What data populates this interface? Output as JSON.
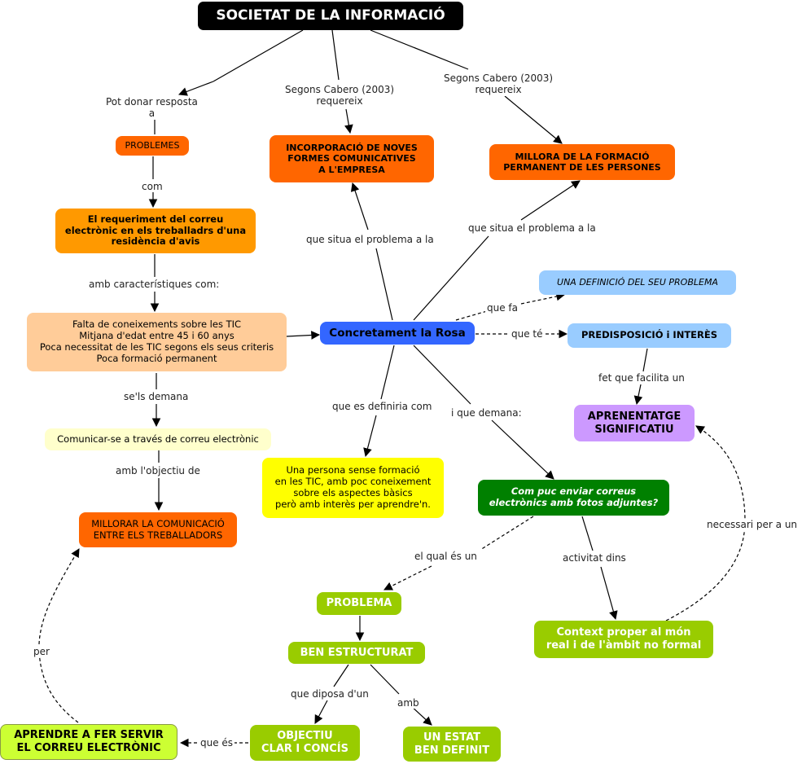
{
  "nodes": {
    "root": "SOCIETAT DE LA INFORMACIÓ",
    "problemes": "PROBLEMES",
    "incorporacio": "INCORPORACIÓ DE NOVES\nFORMES COMUNICATIVES\nA L'EMPRESA",
    "millora": "MILLORA DE LA FORMACIÓ\nPERMANENT DE LES PERSONES",
    "requeriment": "El requeriment del correu\nelectrònic en els treballadrs d'una\nresidència d'avis",
    "falta": "Falta de coneixements sobre les TIC\nMitjana d'edat entre 45 i 60 anys\nPoca necessitat de les TIC segons els seus criteris\nPoca formació permanent",
    "rosa": "Concretament la Rosa",
    "definicio": "UNA DEFINICIÓ DEL SEU PROBLEMA",
    "predisposicio": "PREDISPOSICIÓ i INTERÈS",
    "aprenentatge": "APRENENTATGE\nSIGNIFICATIU",
    "comunicar": "Comunicar-se a través de correu electrònic",
    "persona": "Una persona sense formació\nen les TIC, amb poc coneixement\nsobre els aspectes bàsics\nperò amb interès per aprendre'n.",
    "compuc": "Com puc enviar correus\nelectrònics amb fotos adjuntes?",
    "millorar": "MILLORAR LA COMUNICACIÓ\nENTRE ELS TREBALLADORS",
    "problema": "PROBLEMA",
    "context": "Context proper al món\nreal i de l'àmbit no formal",
    "benestructurat": "BEN ESTRUCTURAT",
    "objectiu": "OBJECTIU\nCLAR I CONCÍS",
    "estat": "UN ESTAT\nBEN DEFINIT",
    "aprendre": "APRENDRE A FER SERVIR\nEL CORREU ELECTRÒNIC"
  },
  "links": {
    "pot_donar": "Pot donar resposta\na",
    "segons1": "Segons Cabero (2003)\nrequereix",
    "segons2": "Segons Cabero (2003)\nrequereix",
    "com": "com",
    "situa1": "que situa el problema a la",
    "situa2": "que situa el problema a la",
    "caracteristiques": "amb característiques com:",
    "que_fa": "que fa",
    "que_te": "que té",
    "fet_facilita": "fet que facilita un",
    "demana": "se'ls demana",
    "definiria": "que es definiria com",
    "i_demana": "i que demana:",
    "objectiu_de": "amb l'objectiu de",
    "necessari": "necessari per a un",
    "qual_es": "el qual és un",
    "activitat": "activitat dins",
    "per": "per",
    "diposa": "que diposa d'un",
    "amb": "amb",
    "que_es": "que és"
  },
  "colors": {
    "root_bg": "#000000",
    "orange_dark": "#ff6600",
    "orange": "#ff9900",
    "peach": "#ffcc99",
    "blue": "#3366ff",
    "light_blue": "#99ccff",
    "lavender": "#cc99ff",
    "light_yellow": "#ffffcc",
    "yellow": "#ffff00",
    "dark_green": "#008000",
    "yellow_green": "#99cc00",
    "lime": "#ccff33"
  }
}
